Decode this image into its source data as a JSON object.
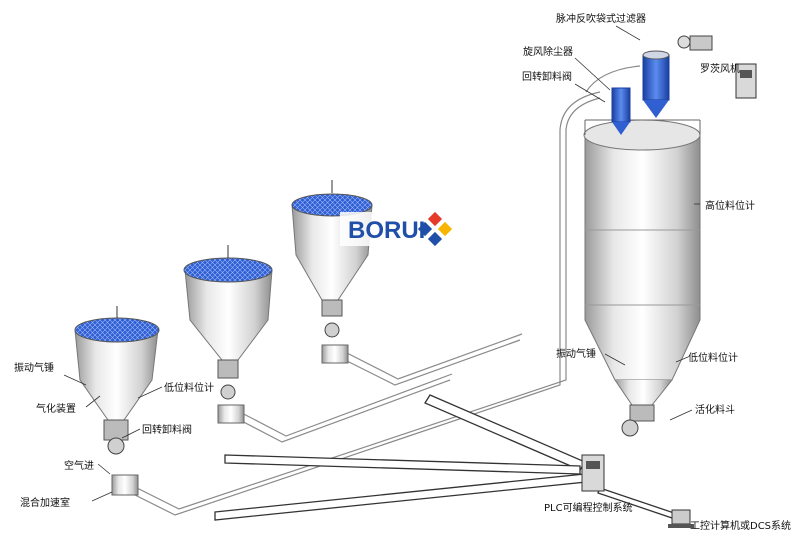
{
  "brand": {
    "name": "BORUI",
    "colors": [
      "#1f4fa8",
      "#e63b2a",
      "#f7b500"
    ]
  },
  "labels": {
    "pulse_filter": "脉冲反吹袋式过滤器",
    "cyclone": "旋风除尘器",
    "rotary_valve_top": "回转卸料阀",
    "roots_blower": "罗茨风机",
    "high_level": "高位料位计",
    "vibrator_right": "振动气锤",
    "low_level_right": "低位料位计",
    "activation_hopper": "活化料斗",
    "plc": "PLC可编程控制系统",
    "pc": "工控计算机或DCS系统",
    "vibrator_left": "振动气锤",
    "aerator": "气化装置",
    "low_level_left": "低位料位计",
    "rotary_valve_left": "回转卸料阀",
    "air_in": "空气进",
    "mixing_chamber": "混合加速室"
  },
  "colors": {
    "accent_blue": "#2f5fd0",
    "steel_light": "#f2f2f2",
    "steel_dark": "#a8a8a8",
    "pipe": "#888888"
  }
}
